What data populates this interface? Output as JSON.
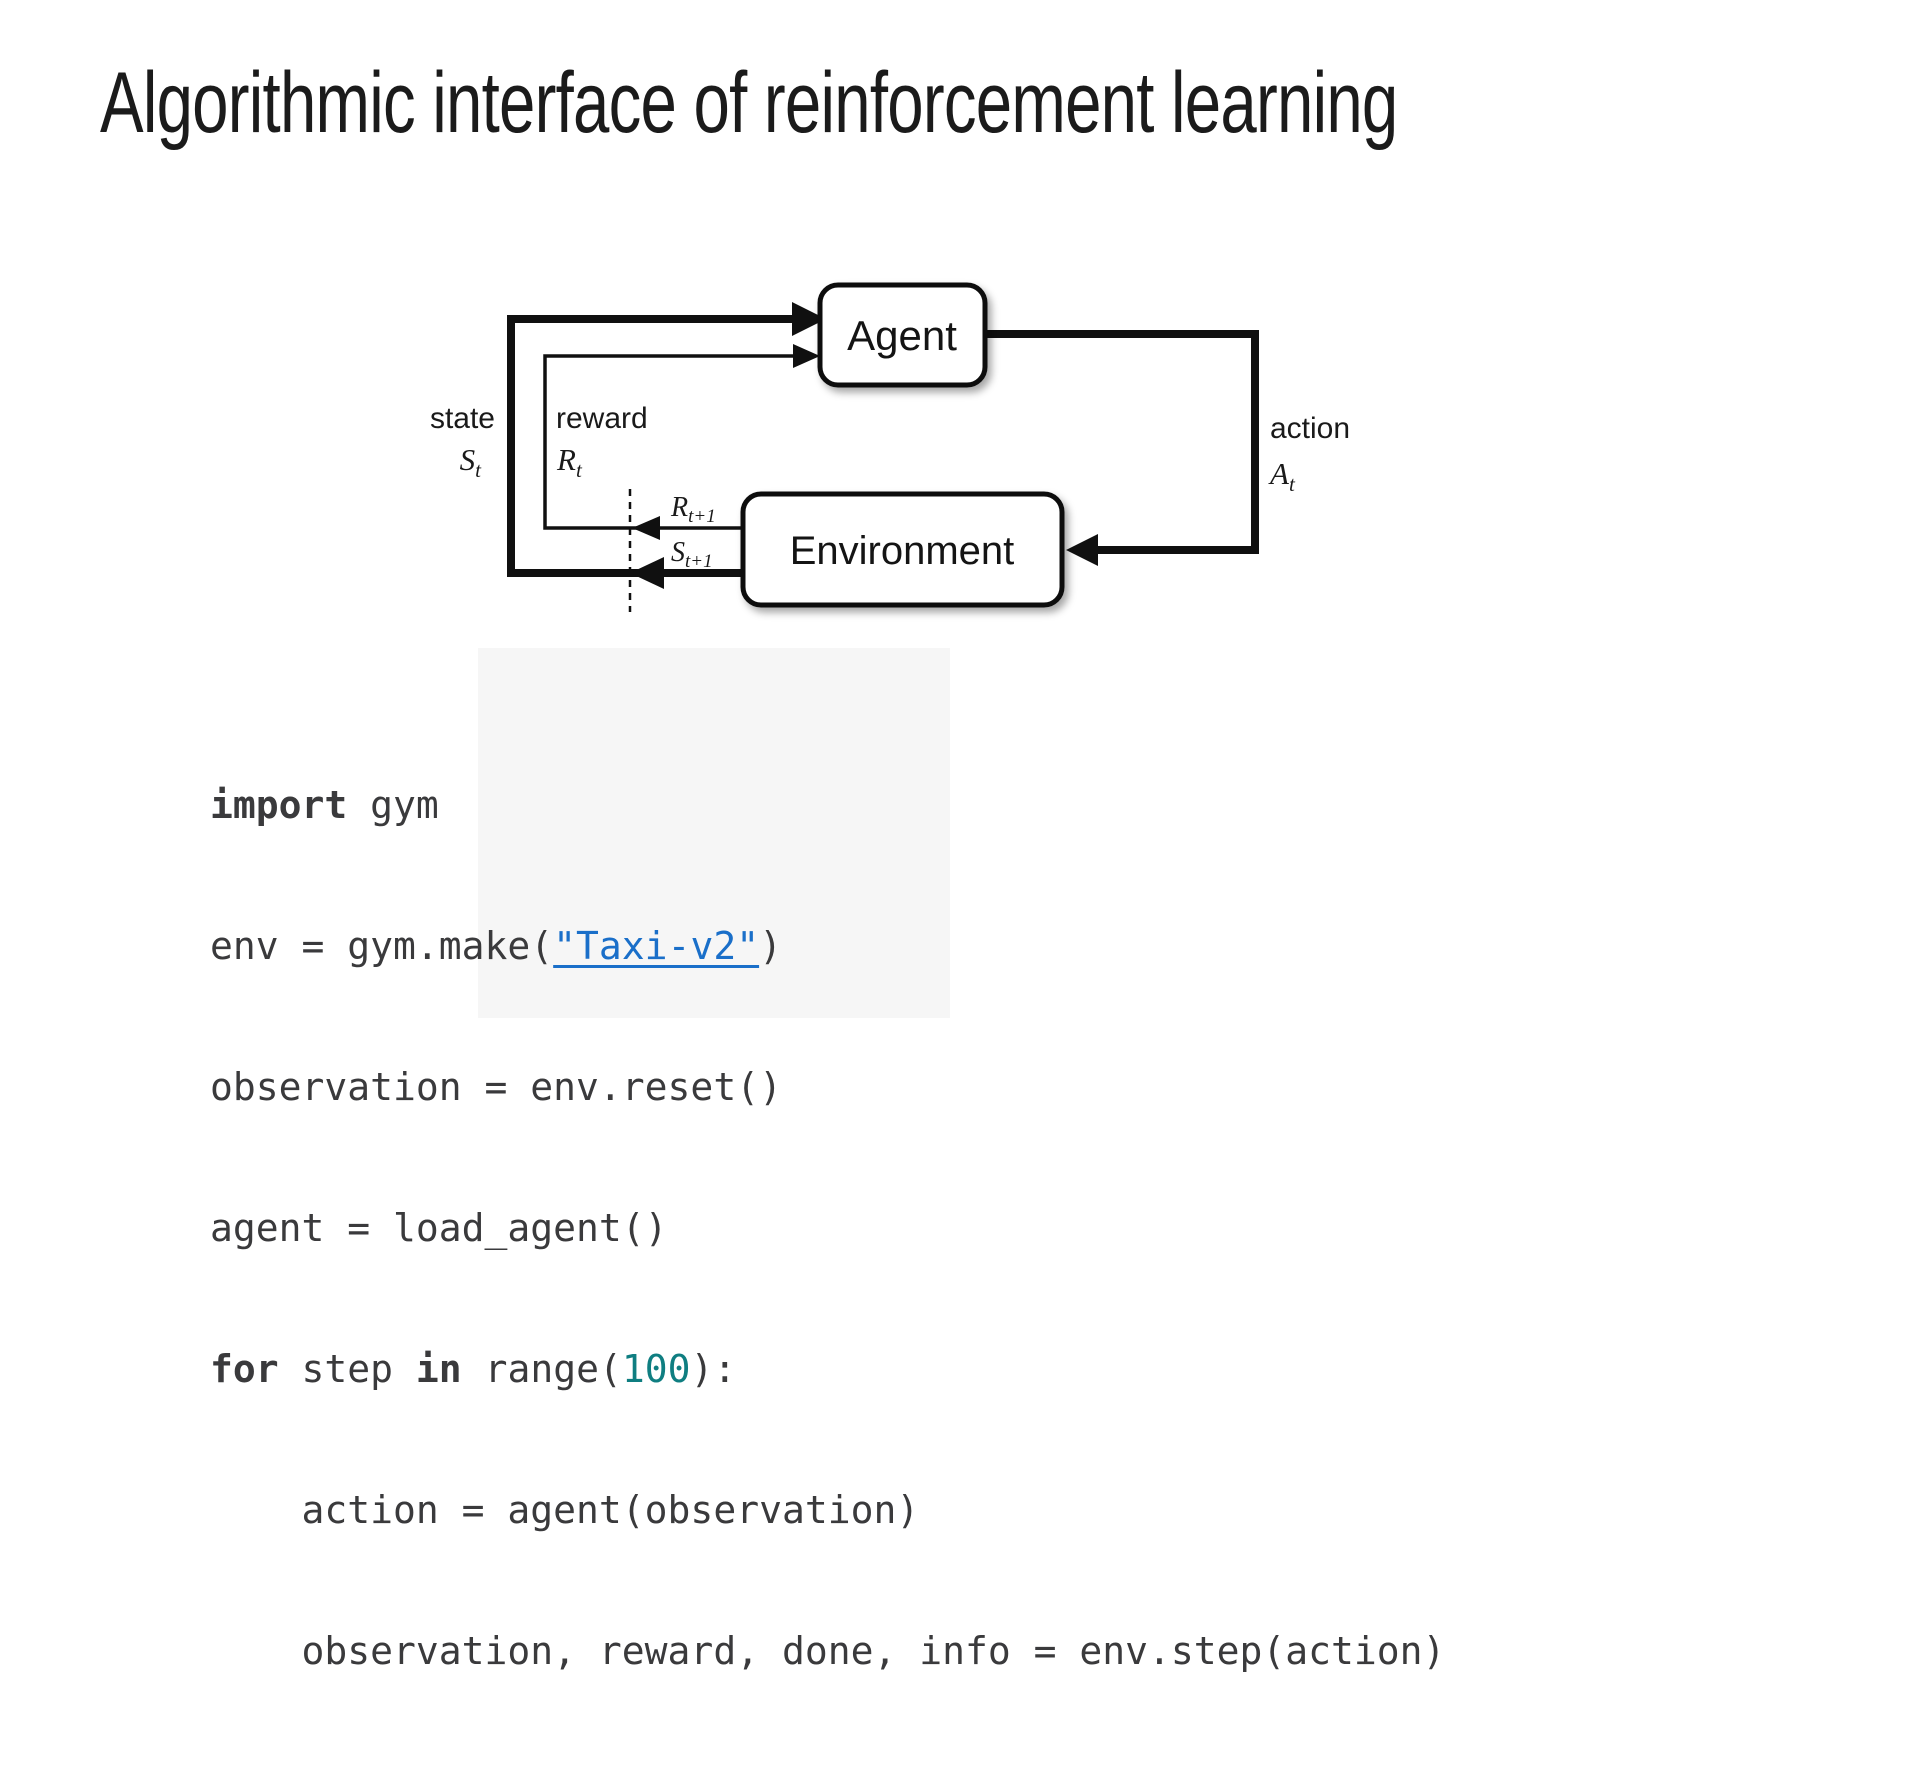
{
  "slide": {
    "title": "Algorithmic interface of reinforcement learning"
  },
  "diagram": {
    "agent_label": "Agent",
    "environment_label": "Environment",
    "state_label": "state",
    "reward_label": "reward",
    "action_label": "action",
    "state_symbol": {
      "base": "S",
      "sub": "t"
    },
    "reward_symbol": {
      "base": "R",
      "sub": "t"
    },
    "action_symbol": {
      "base": "A",
      "sub": "t"
    },
    "next_reward_symbol": {
      "base": "R",
      "sub": "t+1"
    },
    "next_state_symbol": {
      "base": "S",
      "sub": "t+1"
    }
  },
  "code": {
    "lines": [
      {
        "tokens": [
          {
            "t": "import",
            "c": "kw"
          },
          {
            "t": " gym",
            "c": "plain"
          }
        ]
      },
      {
        "tokens": [
          {
            "t": "env = gym.make(",
            "c": "plain"
          },
          {
            "t": "\"Taxi-v2\"",
            "c": "link"
          },
          {
            "t": ")",
            "c": "plain"
          }
        ]
      },
      {
        "tokens": [
          {
            "t": "observation = env.reset()",
            "c": "plain"
          }
        ]
      },
      {
        "tokens": [
          {
            "t": "agent = load_agent()",
            "c": "plain"
          }
        ]
      },
      {
        "tokens": [
          {
            "t": "for",
            "c": "kw"
          },
          {
            "t": " step ",
            "c": "plain"
          },
          {
            "t": "in",
            "c": "kw"
          },
          {
            "t": " range(",
            "c": "plain"
          },
          {
            "t": "100",
            "c": "num"
          },
          {
            "t": "):",
            "c": "plain"
          }
        ]
      },
      {
        "tokens": [
          {
            "t": "    action = agent(observation)",
            "c": "plain"
          }
        ]
      },
      {
        "tokens": [
          {
            "t": "    observation, reward, done, info = env.step(action)",
            "c": "plain"
          }
        ]
      }
    ]
  },
  "colors": {
    "code_text": "#3a3a3c",
    "code_link_blue": "#1a6fc9",
    "code_number_teal": "#0f7e81",
    "diagram_ink": "#101010",
    "code_band_gray": "#f6f6f6"
  }
}
